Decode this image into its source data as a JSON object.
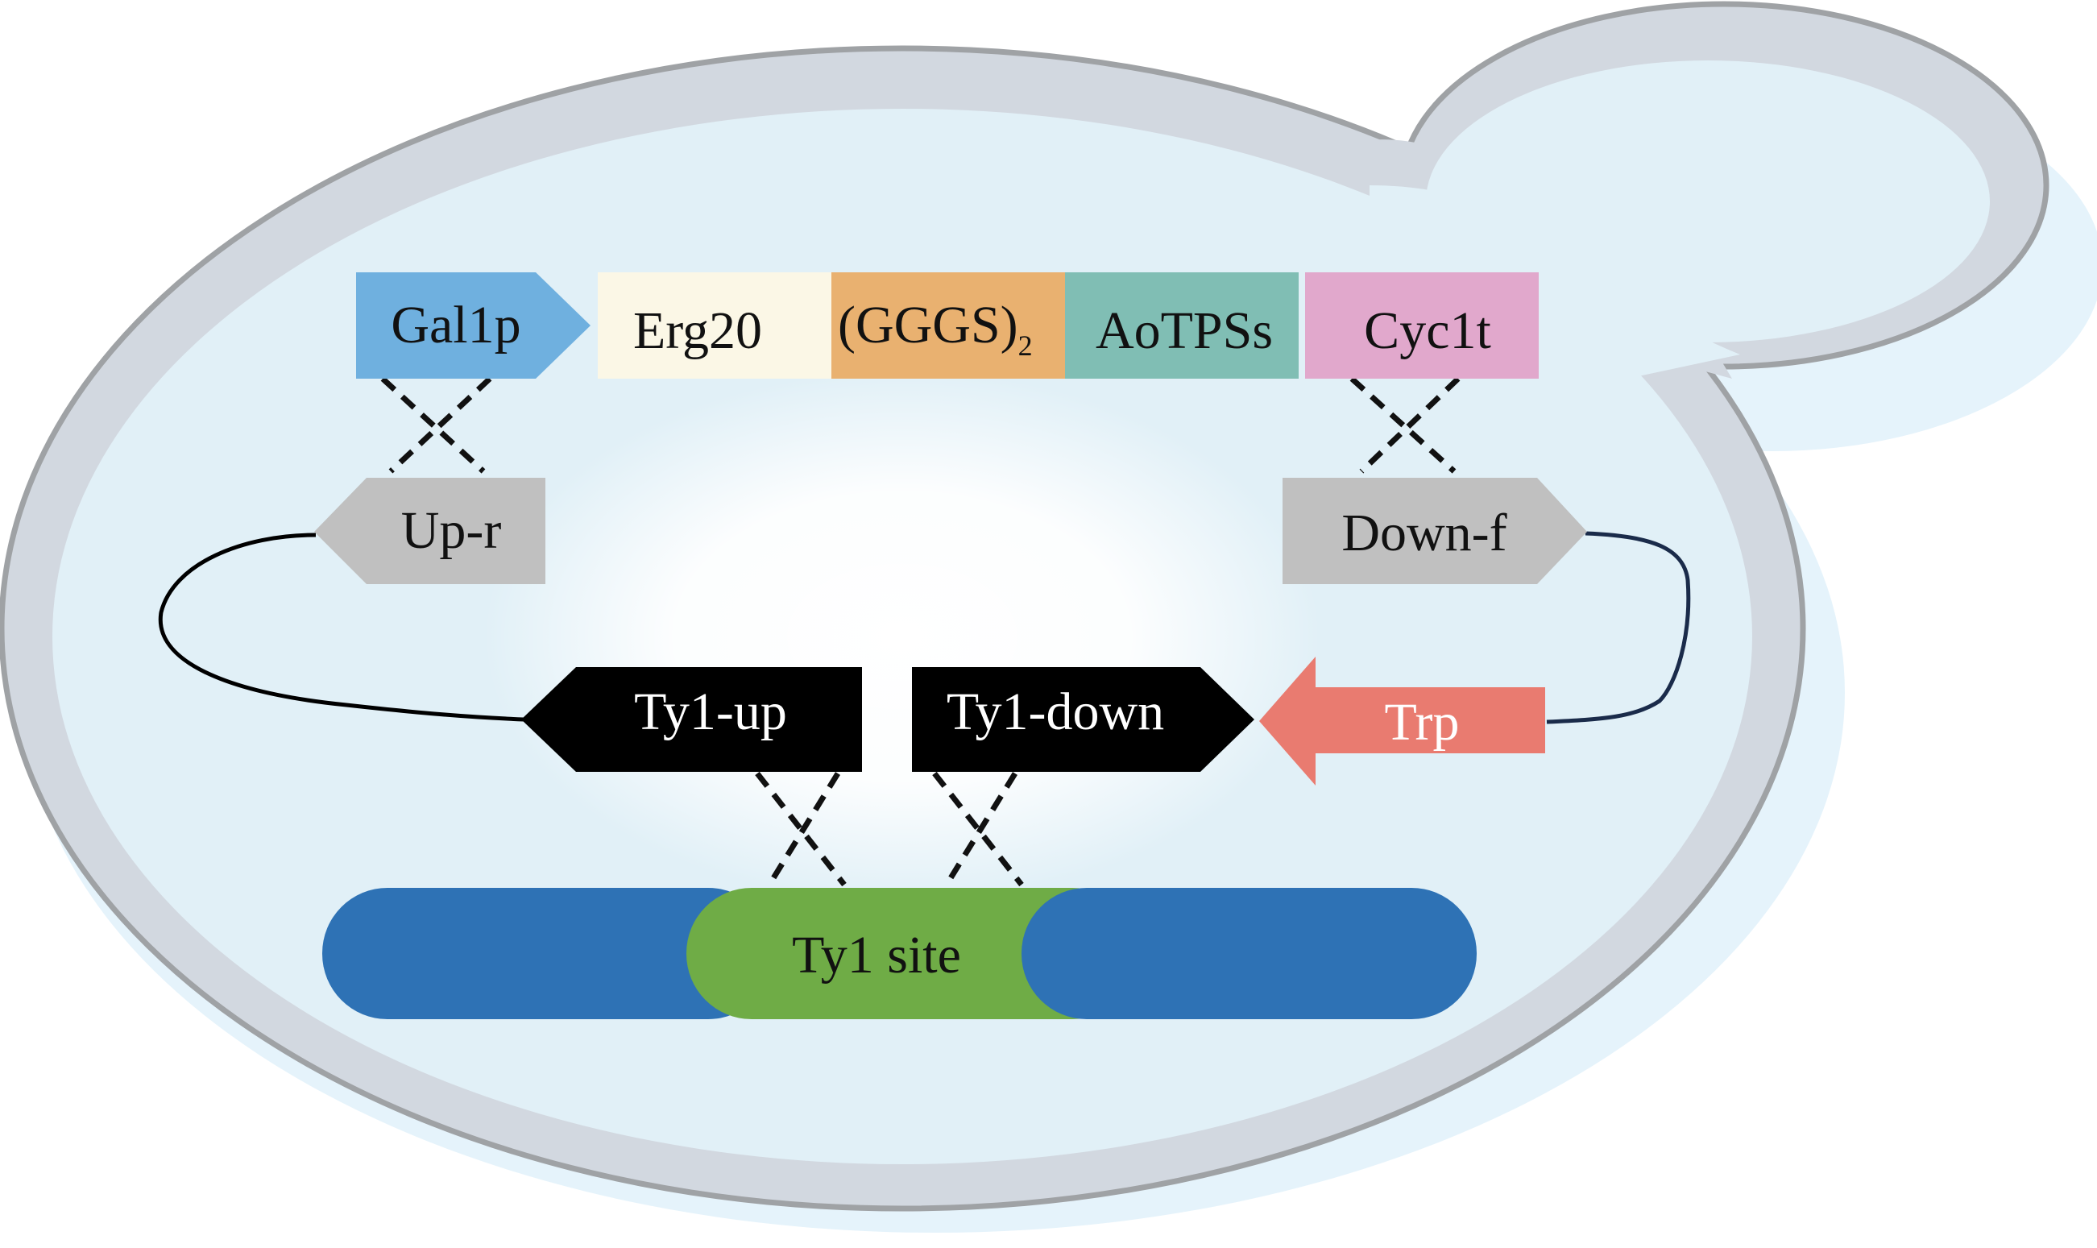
{
  "colors": {
    "cell_wall": "#d2d8e0",
    "cell_outline": "#9fa2a5",
    "cell_interior": "#e1f0f7",
    "cell_shadow": "#e5f3fb",
    "gal1p": "#6fb0df",
    "erg20": "#fbf7e6",
    "gggs": "#e9b170",
    "aotpss": "#80beb4",
    "cyc1t": "#e1a8cc",
    "homology_arm": "#c0c0c0",
    "ty1_arm": "#000000",
    "trp": "#e97b70",
    "chromosome": "#2e72b5",
    "ty1_site": "#6fac46",
    "connector_left": "#000000",
    "connector_right": "#1a2b4a"
  },
  "expression_cassette": {
    "promoter": "Gal1p",
    "gene": "Erg20",
    "linker": "(GGGS)",
    "linker_subscript": "2",
    "enzyme": "AoTPSs",
    "terminator": "Cyc1t"
  },
  "homology_arms": {
    "upstream": "Up-r",
    "downstream": "Down-f"
  },
  "integration_arms": {
    "upstream": "Ty1-up",
    "downstream": "Ty1-down"
  },
  "marker": "Trp",
  "genome": {
    "target_site": "Ty1 site"
  }
}
